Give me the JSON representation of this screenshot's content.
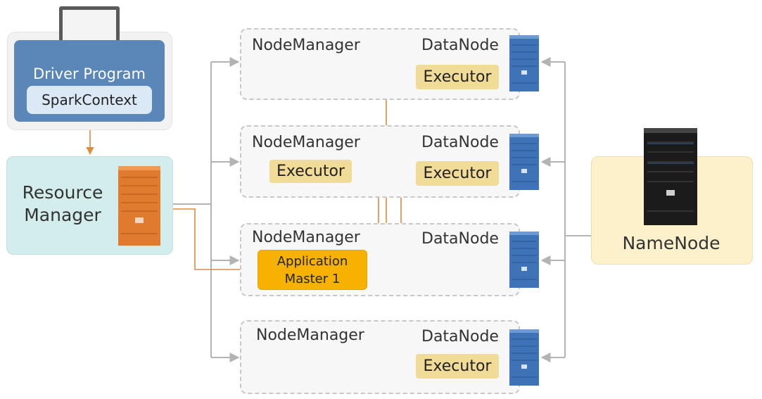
{
  "driver": {
    "title": "Driver Program",
    "context_label": "SparkContext",
    "icon": "laptop-icon"
  },
  "resource_manager": {
    "label_line1": "Resource",
    "label_line2": "Manager",
    "icon": "server-icon",
    "server_color": "#e07a2e"
  },
  "nodes": [
    {
      "manager_label": "NodeManager",
      "datanode_label": "DataNode",
      "executor_label": "Executor"
    },
    {
      "manager_label": "NodeManager",
      "datanode_label": "DataNode",
      "executor_label_left": "Executor",
      "executor_label_right": "Executor"
    },
    {
      "manager_label": "NodeManager",
      "datanode_label": "DataNode",
      "app_master_line1": "Application",
      "app_master_line2": "Master 1"
    },
    {
      "manager_label": "NodeManager",
      "datanode_label": "DataNode",
      "executor_label": "Executor"
    }
  ],
  "namenode": {
    "label": "NameNode",
    "icon": "server-icon",
    "server_color": "#1b1b1b"
  },
  "colors": {
    "driver_blue": "#5b86b8",
    "executor_fill": "#f0dc96",
    "app_master_fill": "#f7b200",
    "resource_manager_fill": "#d3ecec",
    "namenode_fill": "#fdf1cc",
    "flow_arrow": "#e08a3c",
    "connector": "#b3b3b3",
    "datanode_server": "#3f73b8"
  }
}
